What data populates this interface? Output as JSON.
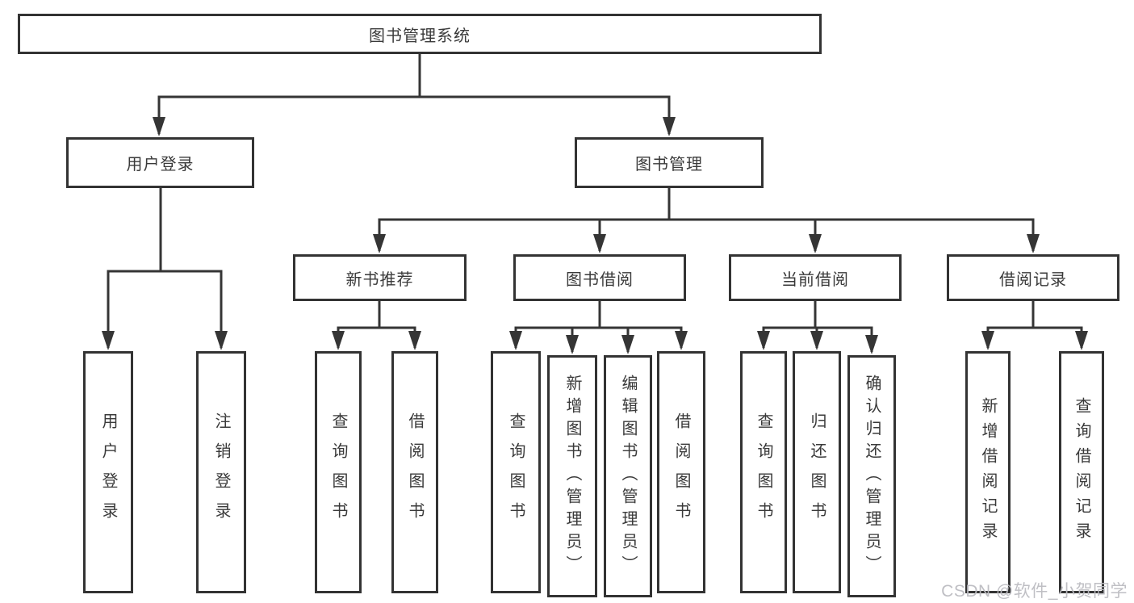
{
  "diagram": {
    "root": {
      "label": "图书管理系统"
    },
    "level2": {
      "user_login": {
        "label": "用户登录"
      },
      "book_mgmt": {
        "label": "图书管理"
      }
    },
    "level3": {
      "new_books": {
        "label": "新书推荐"
      },
      "book_borrow": {
        "label": "图书借阅"
      },
      "current_borrow": {
        "label": "当前借阅"
      },
      "borrow_records": {
        "label": "借阅记录"
      }
    },
    "leaves": {
      "user_login_leaf": {
        "label": "用户登录"
      },
      "logout": {
        "label": "注销登录"
      },
      "nb_query": {
        "label": "查询图书"
      },
      "nb_borrow": {
        "label": "借阅图书"
      },
      "bb_query": {
        "label": "查询图书"
      },
      "bb_add": {
        "label": "新增图书（管理员）"
      },
      "bb_edit": {
        "label": "编辑图书（管理员）"
      },
      "bb_borrow": {
        "label": "借阅图书"
      },
      "cb_query": {
        "label": "查询图书"
      },
      "cb_return": {
        "label": "归还图书"
      },
      "cb_confirm": {
        "label": "确认归还（管理员）"
      },
      "br_add": {
        "label": "新增借阅记录"
      },
      "br_query": {
        "label": "查询借阅记录"
      }
    },
    "line_color": "#353535"
  },
  "watermark": {
    "text": "CSDN @软件_小贺同学"
  }
}
